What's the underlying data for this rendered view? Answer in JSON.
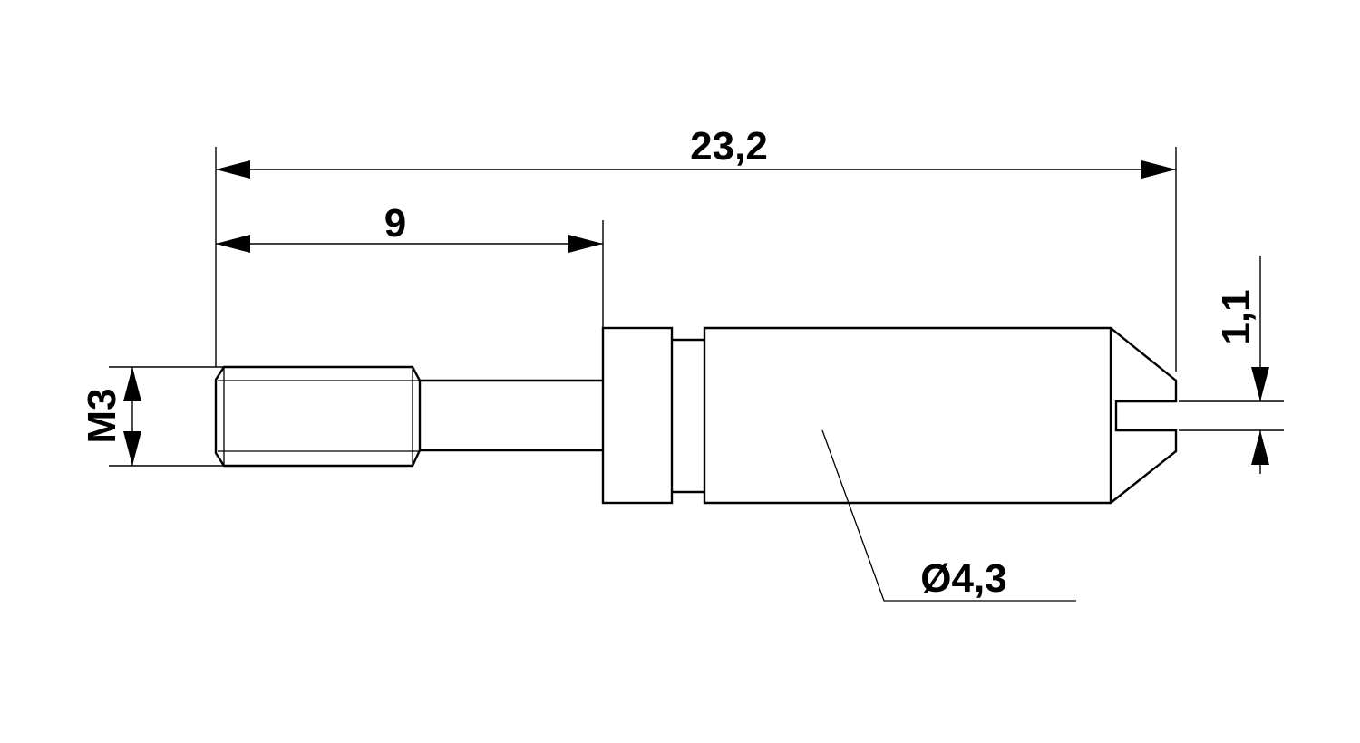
{
  "dimensions": {
    "overall_length": "23,2",
    "thread_length": "9",
    "thread_size": "M3",
    "slot_width": "1,1",
    "diameter": "Ø4,3"
  },
  "colors": {
    "line": "#000000",
    "background": "#ffffff"
  }
}
